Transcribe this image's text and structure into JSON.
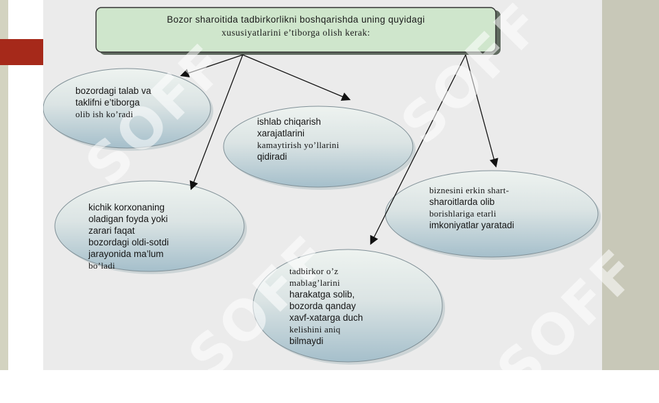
{
  "header": {
    "line1": "Bozor sharoitida tadbirkorlikni boshqarishda uning quyidagi",
    "line2": "xususiyatlarini e’tiborga olish kerak:"
  },
  "nodes": [
    {
      "lines": [
        "bozordagi talab va",
        "taklifni e’tiborga",
        "olib ish ko’radi"
      ]
    },
    {
      "lines": [
        "ishlab chiqarish",
        "xarajatlarini",
        "kamaytirish yo’llarini",
        "qidiradi"
      ]
    },
    {
      "lines": [
        "kichik korxonaning",
        "oladigan foyda yoki",
        "zarari faqat",
        "bozordagi oldi-sotdi",
        "jarayonida ma’lum",
        "bo’ladi"
      ]
    },
    {
      "lines": [
        "biznesini erkin shart-",
        "sharoitlarda olib",
        "borishlariga etarli",
        "imkoniyatlar yaratadi"
      ]
    },
    {
      "lines": [
        "tadbirkor o’z",
        "mablag’larini",
        "harakatga solib,",
        "bozorda qanday",
        "xavf-xatarga duch",
        "kelishini aniq",
        "bilmaydi"
      ]
    }
  ],
  "watermark": "SOFF",
  "colors": {
    "header_fill": "#cfe6cc",
    "ellipse_top": "#ebf1ee",
    "ellipse_bottom": "#a9c1cc",
    "accent": "#a6291a"
  }
}
